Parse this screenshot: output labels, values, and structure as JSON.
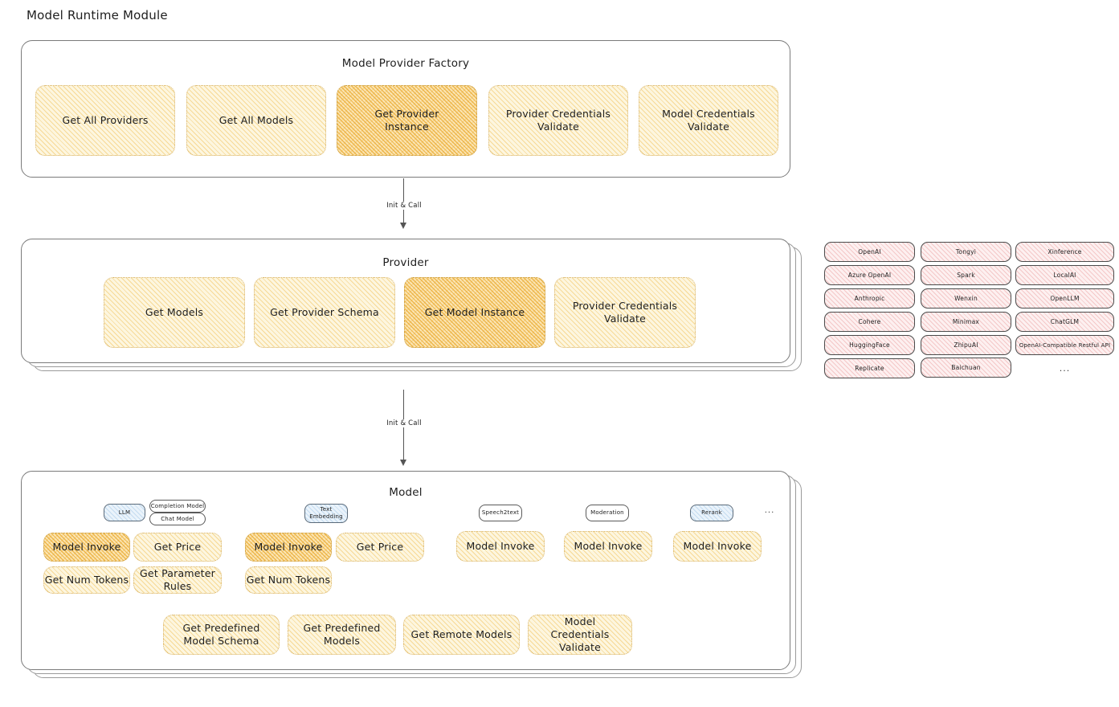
{
  "page": {
    "title": "Model Runtime Module"
  },
  "factory": {
    "title": "Model Provider Factory",
    "methods": [
      {
        "label": "Get All Providers",
        "highlight": false
      },
      {
        "label": "Get All Models",
        "highlight": false
      },
      {
        "label": "Get Provider Instance",
        "highlight": true
      },
      {
        "label": "Provider Credentials Validate",
        "highlight": false
      },
      {
        "label": "Model Credentials Validate",
        "highlight": false
      }
    ]
  },
  "arrows": [
    {
      "label": "Init & Call"
    },
    {
      "label": "Init & Call"
    }
  ],
  "provider": {
    "title": "Provider",
    "methods": [
      {
        "label": "Get Models",
        "highlight": false
      },
      {
        "label": "Get Provider Schema",
        "highlight": false
      },
      {
        "label": "Get Model Instance",
        "highlight": true
      },
      {
        "label": "Provider Credentials Validate",
        "highlight": false
      }
    ]
  },
  "provider_list": {
    "columns": [
      {
        "items": [
          "OpenAI",
          "Azure OpenAI",
          "Anthropic",
          "Cohere",
          "HuggingFace",
          "Replicate"
        ],
        "ellipsis": false
      },
      {
        "items": [
          "Tongyi",
          "Spark",
          "Wenxin",
          "Minimax",
          "ZhipuAI",
          "Baichuan"
        ],
        "ellipsis": false
      },
      {
        "items": [
          "Xinference",
          "LocalAI",
          "OpenLLM",
          "ChatGLM",
          "OpenAI-Compatible Restful API"
        ],
        "ellipsis": true
      }
    ],
    "ellipsis_label": "..."
  },
  "model": {
    "title": "Model",
    "ellipsis_label": "...",
    "types": [
      {
        "name": "LLM",
        "accent": "blue",
        "subtypes": [
          "Completion Model",
          "Chat Model"
        ],
        "methods": [
          {
            "label": "Model Invoke",
            "highlight": true
          },
          {
            "label": "Get Price",
            "highlight": false
          },
          {
            "label": "Get Num Tokens",
            "highlight": false
          },
          {
            "label": "Get Parameter Rules",
            "highlight": false
          }
        ]
      },
      {
        "name": "Text Embedding",
        "accent": "blue",
        "subtypes": [],
        "methods": [
          {
            "label": "Model Invoke",
            "highlight": true
          },
          {
            "label": "Get Price",
            "highlight": false
          },
          {
            "label": "Get Num Tokens",
            "highlight": false
          }
        ]
      },
      {
        "name": "Speech2text",
        "accent": "white",
        "subtypes": [],
        "methods": [
          {
            "label": "Model Invoke",
            "highlight": false
          }
        ]
      },
      {
        "name": "Moderation",
        "accent": "white",
        "subtypes": [],
        "methods": [
          {
            "label": "Model Invoke",
            "highlight": false
          }
        ]
      },
      {
        "name": "Rerank",
        "accent": "blue",
        "subtypes": [],
        "methods": [
          {
            "label": "Model Invoke",
            "highlight": false
          }
        ]
      }
    ],
    "shared_methods": [
      {
        "label": "Get Predefined Model Schema"
      },
      {
        "label": "Get Predefined Models"
      },
      {
        "label": "Get Remote Models"
      },
      {
        "label": "Model Credentials Validate"
      }
    ]
  }
}
